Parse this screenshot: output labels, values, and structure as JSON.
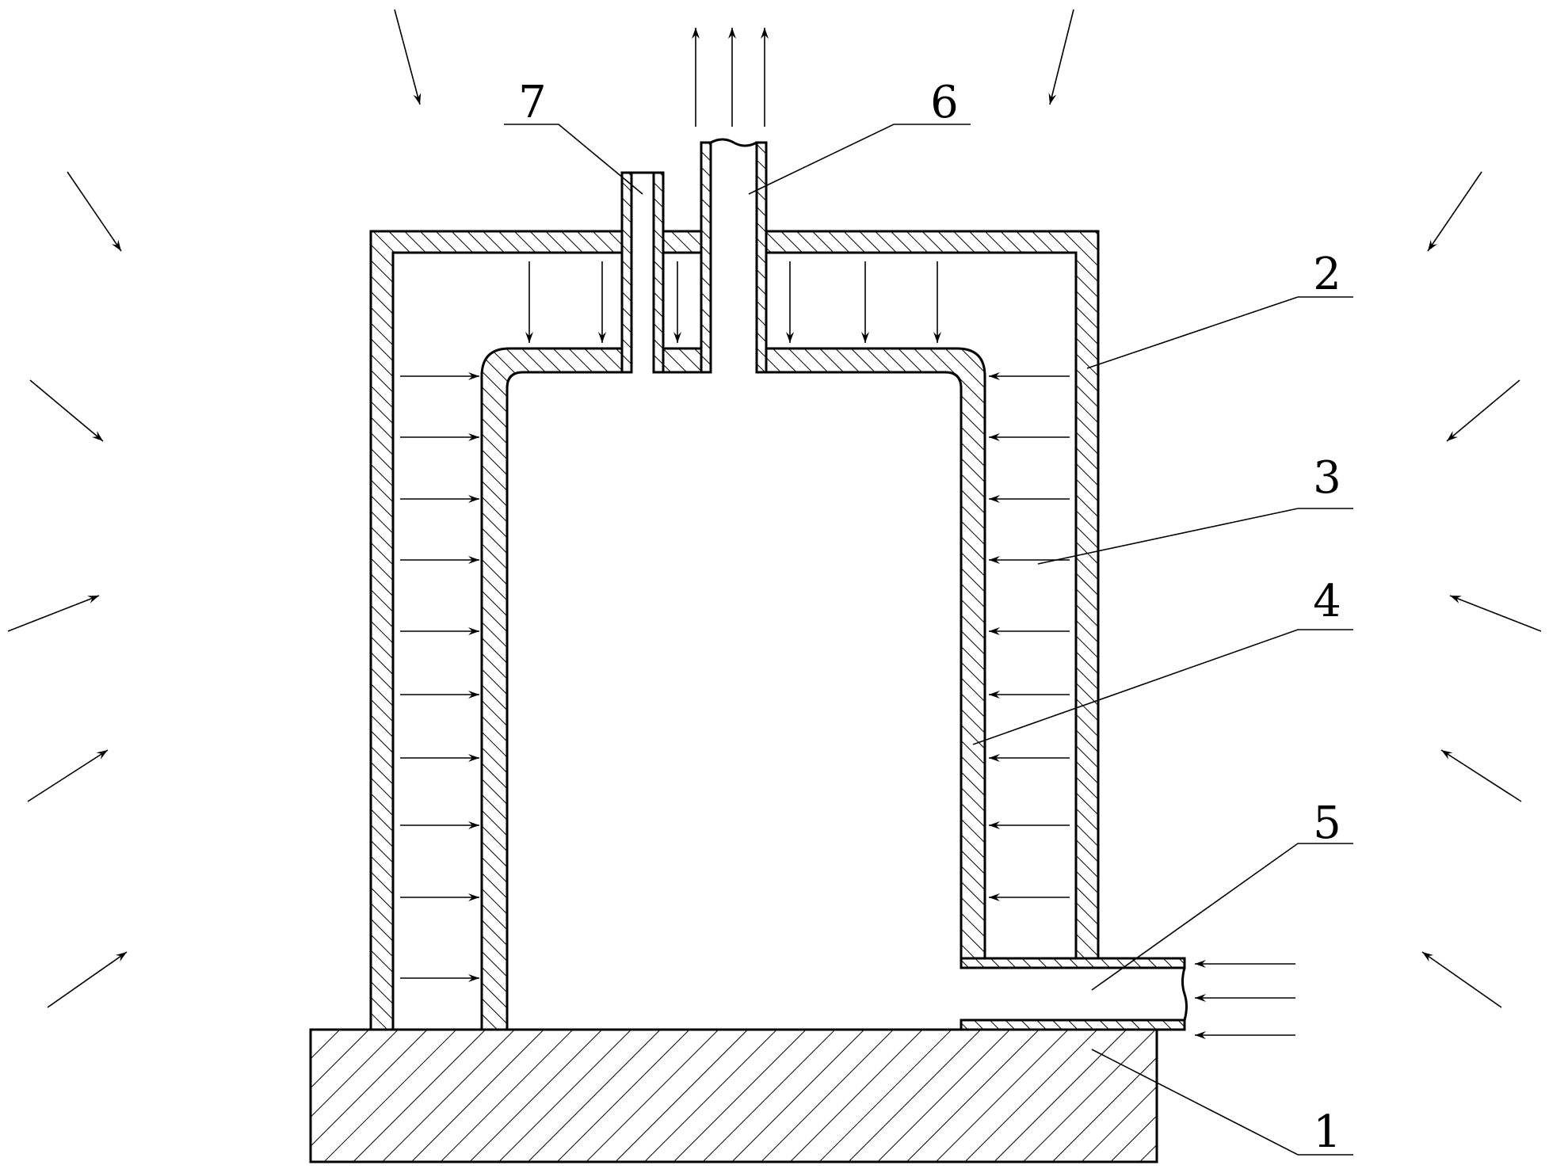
{
  "diagram": {
    "type": "technical-cross-section",
    "colors": {
      "line": "#000000",
      "background": "#ffffff"
    },
    "callouts": [
      {
        "id": "base",
        "number": "1"
      },
      {
        "id": "outer-shell",
        "number": "2"
      },
      {
        "id": "gap-channel",
        "number": "3"
      },
      {
        "id": "inner-shell",
        "number": "4"
      },
      {
        "id": "inlet-pipe",
        "number": "5"
      },
      {
        "id": "outlet-pipe",
        "number": "6"
      },
      {
        "id": "small-pipe",
        "number": "7"
      }
    ]
  }
}
